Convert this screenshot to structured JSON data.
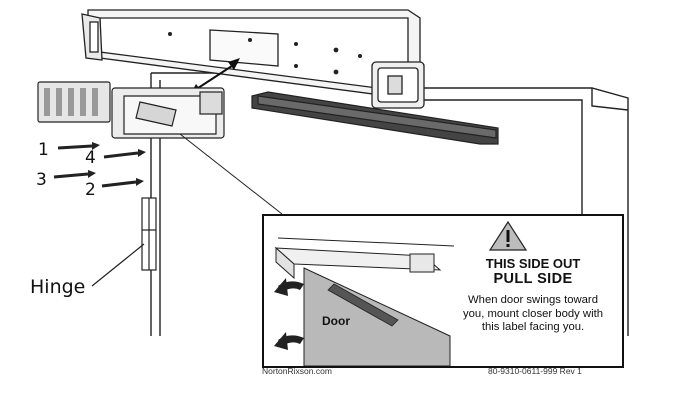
{
  "screws": {
    "n1": "1",
    "n2": "2",
    "n3": "3",
    "n4": "4"
  },
  "hinge_label": "Hinge",
  "callout": {
    "heading": "THIS SIDE OUT",
    "subheading": "PULL SIDE",
    "instruction": "When door swings toward you, mount closer body with this label facing you.",
    "door_label": "Door",
    "website": "NortonRixson.com",
    "part_number": "80-9310-0611-999  Rev 1"
  },
  "icons": {
    "warning": "warning-triangle-icon",
    "swing": "curved-arrow-icon"
  },
  "colors": {
    "line": "#222222",
    "door_fill": "#b9b9b9",
    "arm_fill": "#555555"
  }
}
